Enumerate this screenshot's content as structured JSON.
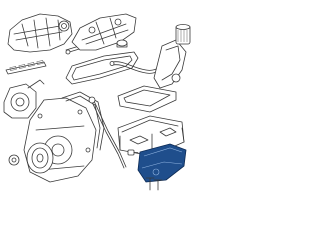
{
  "diagram": {
    "colors": {
      "outline": "#3a3a3a",
      "highlight": "#1f4e8c",
      "background": "#ffffff"
    },
    "highlighted_part": "oil-pan-lower",
    "parts": [
      "intake-manifold",
      "fuel-rail",
      "intake-gasket-set",
      "valve-cover",
      "oil-filler-cap",
      "valve-cover-gasket",
      "dipstick-tube",
      "oil-filter-adapter",
      "oil-filter",
      "water-pump",
      "front-timing-cover",
      "crankshaft-balancer",
      "timing-cover-gasket",
      "oil-dipstick",
      "oil-pan-gasket",
      "oil-pan-upper",
      "oil-pan-lower",
      "drain-plug",
      "bolts"
    ]
  }
}
